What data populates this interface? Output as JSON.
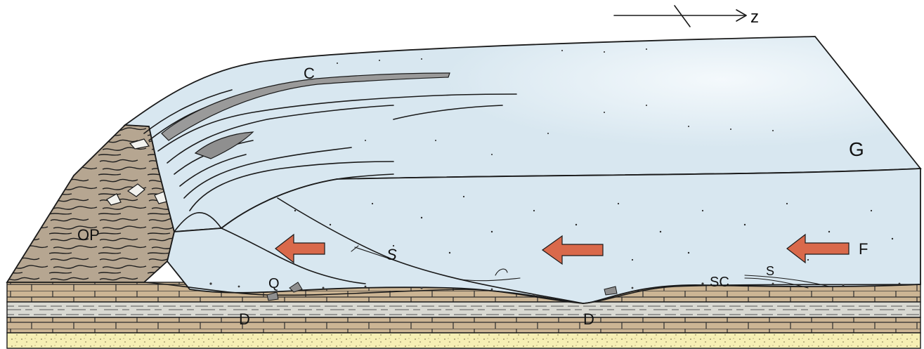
{
  "labels": {
    "north": "z",
    "glacier": "G",
    "crevasse": "C",
    "outcrop": "OP",
    "flow": "F",
    "shear_left": "S",
    "shear_right": "S",
    "subglacial": "SC",
    "quarried": "Q",
    "debris_left": "D",
    "debris_right": "D"
  },
  "colors": {
    "ice": "#d8e7f0",
    "ice_highlight": "#eef5fa",
    "bedrock": "#ccb594",
    "outcrop_rock": "#b6a691",
    "sand": "#f6efb4",
    "shale": "#d9d9d2",
    "arrow": "#d9694b",
    "ink": "#1a1a1a"
  }
}
